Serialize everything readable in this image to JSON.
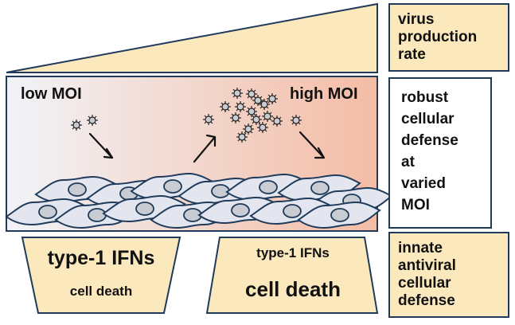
{
  "colors": {
    "outline": "#1f3a5a",
    "wedge_fill": "#fbe8bd",
    "box_fill": "#fbe8bd",
    "gradient_left": "#f1f3f8",
    "gradient_right": "#f4bca4",
    "cell_fill": "#e3e6ee",
    "nucleus_fill": "#c9ccd2",
    "robust_box_fill": "#ffffff"
  },
  "gradient_panel": {
    "low_label": "low MOI",
    "high_label": "high MOI"
  },
  "left_outcome": {
    "ifn_label": "type-1 IFNs",
    "death_label": "cell death"
  },
  "right_outcome": {
    "ifn_label": "type-1 IFNs",
    "death_label": "cell death"
  },
  "side_labels": {
    "virus_rate": [
      "virus",
      "production",
      "rate"
    ],
    "robust_defense": [
      "robust",
      "cellular",
      "defense",
      "at",
      "varied",
      "MOI"
    ],
    "innate_defense": [
      "innate",
      "antiviral",
      "cellular",
      "defense"
    ]
  }
}
